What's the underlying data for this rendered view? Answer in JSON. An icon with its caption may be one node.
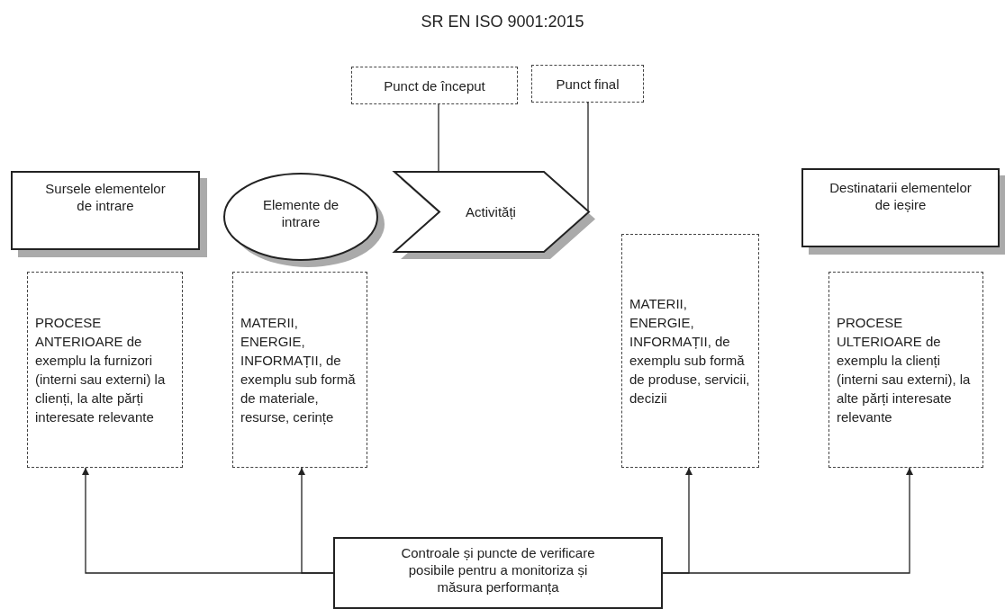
{
  "diagram": {
    "title": "SR EN ISO 9001:2015",
    "nodes": [
      {
        "text": [
          "Punct de început"
        ]
      },
      {
        "text": [
          "Punct final"
        ]
      },
      {
        "text": [
          "Sursele elementelor de intrare"
        ]
      },
      {
        "text": [
          "Elemente de intrare"
        ]
      },
      {
        "text": [
          "Activități"
        ]
      },
      {
        "text": [
          "Destinatarii elementelor de ieșire"
        ]
      },
      {
        "text": [
          "PROCESE ANTERIOARE de exemplu la furnizori (interni sau externi) la clienți, la alte părți interesate relevante"
        ]
      },
      {
        "text": [
          "MATERII, ENERGIE, INFORMAȚII, de exemplu sub formă de materiale, resurse, cerințe"
        ]
      },
      {
        "text": [
          "MATERII, ENERGIE, INFORMAȚII, de exemplu sub formă de produse, servicii, decizii"
        ]
      },
      {
        "text": [
          "PROCESE ULTERIOARE de exemplu la clienți (interni sau externi), la alte părți interesate relevante"
        ]
      },
      {
        "text": [
          "Controale și puncte de verificare posibile pentru a monitoriza și măsura performanța"
        ]
      }
    ],
    "edges": [
      {
        "from": 0,
        "to": 4,
        "arrow": "none"
      },
      {
        "from": 1,
        "to": 4,
        "arrow": "none"
      },
      {
        "from": 10,
        "to": 6,
        "arrow": "to"
      },
      {
        "from": 10,
        "to": 7,
        "arrow": "to"
      },
      {
        "from": 10,
        "to": 8,
        "arrow": "to"
      },
      {
        "from": 10,
        "to": 9,
        "arrow": "to"
      }
    ]
  }
}
